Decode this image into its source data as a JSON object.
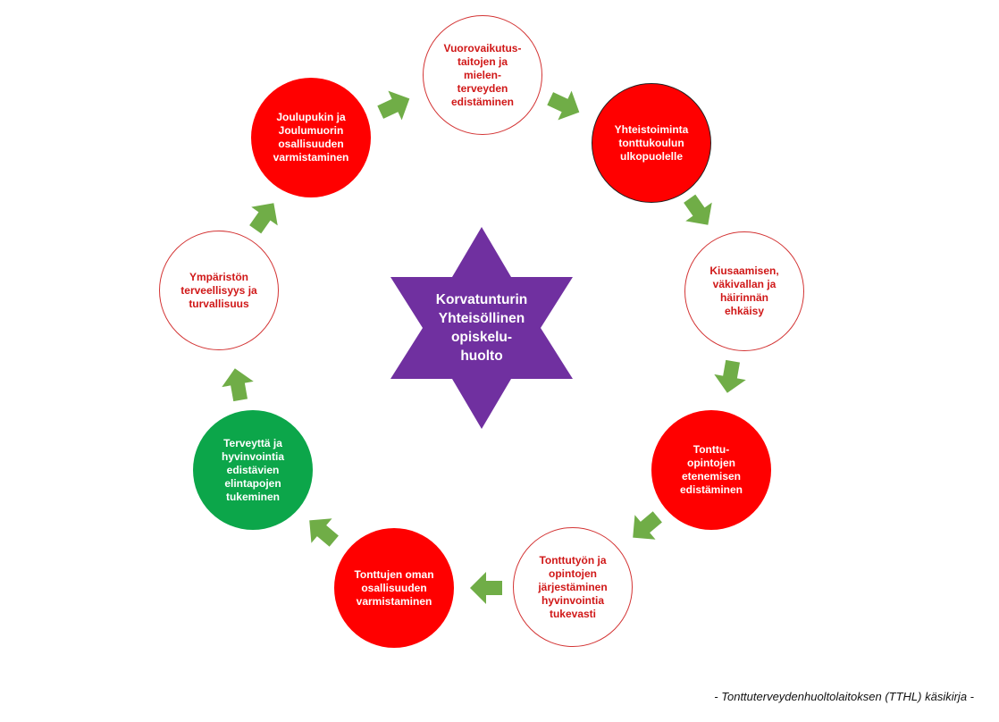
{
  "center": {
    "label": "Korvatunturin\nYhteisöllinen\nopiskelu-\nhuolto",
    "color": "#7030a0"
  },
  "nodes": [
    {
      "label": "Vuorovaikutus-\ntaitojen ja\nmielen-\nterveyden\nedistäminen",
      "style": "outline"
    },
    {
      "label": "Yhteistoiminta\ntonttukoulun\nulkopuolelle",
      "style": "filled-red"
    },
    {
      "label": "Kiusaamisen,\nväkivallan ja\nhäirinnän\nehkäisy",
      "style": "outline"
    },
    {
      "label": "Tonttu-\nopintojen\netenemisen\nedistäminen",
      "style": "filled-red"
    },
    {
      "label": "Tonttutyön ja\nopintojen\njärjestäminen\nhyvinvointia\ntukevasti",
      "style": "outline"
    },
    {
      "label": "Tonttujen oman\nosallisuuden\nvarmistaminen",
      "style": "filled-red"
    },
    {
      "label": "Terveyttä ja\nhyvinvointia\nedistävien\nelintapojen\ntukeminen",
      "style": "filled-green"
    },
    {
      "label": "Ympäristön\nterveellisyys ja\nturvallisuus",
      "style": "outline"
    },
    {
      "label": "Joulupukin ja\nJoulumuorin\nosallisuuden\nvarmistaminen",
      "style": "filled-red"
    }
  ],
  "colors": {
    "red": "#ff0000",
    "green": "#0ca64a",
    "purple": "#7030a0",
    "arrow": "#70ad47",
    "outline_text": "#d01818"
  },
  "caption": "- Tonttuterveydenhuoltolaitoksen (TTHL) käsikirja -"
}
